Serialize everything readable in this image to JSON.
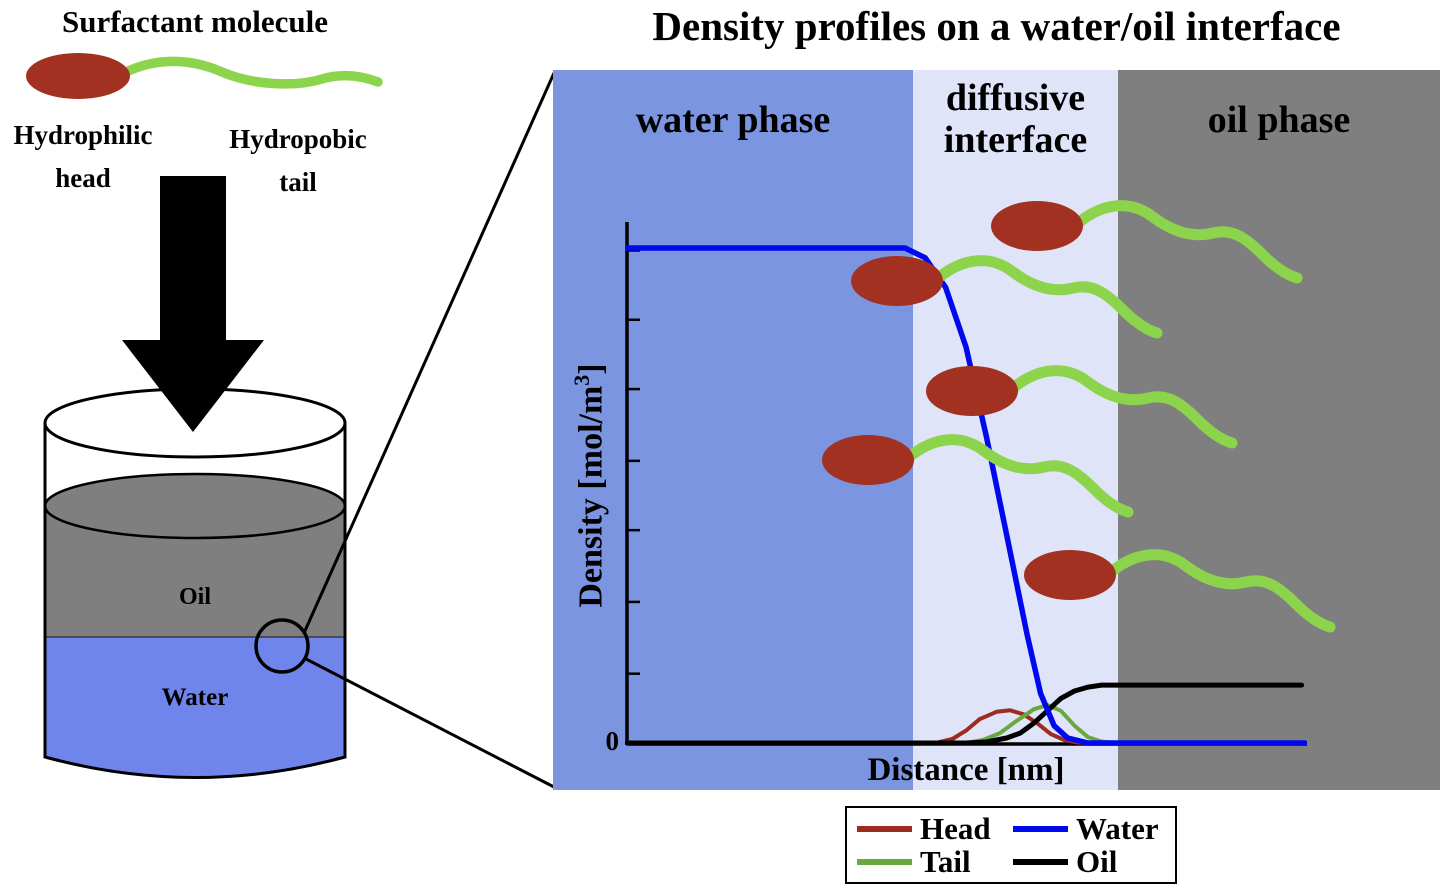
{
  "figure": {
    "left": {
      "molecule_title": "Surfactant molecule",
      "head_label": "Hydrophilic\nhead",
      "tail_label": "Hydropobic\ntail",
      "beaker_oil_label": "Oil",
      "beaker_water_label": "Water"
    },
    "colors": {
      "surfactant_head": "#a23122",
      "surfactant_tail": "#8cd44c",
      "arrow": "#000000",
      "beaker_glass": "#ffffff",
      "beaker_oil": "#7f7f7f",
      "beaker_water": "#7085ec",
      "outline": "#000000"
    }
  },
  "chart": {
    "title": "Density profiles on a water/oil interface",
    "origin_label": "0",
    "xlabel": "Distance [nm]",
    "ylabel_main": "Density [mol/m",
    "ylabel_sup": "3",
    "ylabel_end": "]"
  },
  "legend": {
    "items": [
      {
        "label": "Head",
        "color": "#9e2b20"
      },
      {
        "label": "Water",
        "color": "#0008ee"
      },
      {
        "label": "Tail",
        "color": "#69a83e"
      },
      {
        "label": "Oil",
        "color": "#000000"
      }
    ]
  },
  "chart_data": {
    "type": "line",
    "title": "Density profiles on a water/oil interface",
    "xlabel": "Distance [nm]",
    "ylabel": "Density [mol/m^3]",
    "legend_position": "bottom",
    "grid": false,
    "x_axis": {
      "range_normalized": [
        0,
        1
      ],
      "tick_labels": []
    },
    "y_axis": {
      "origin_label": "0",
      "range_normalized": [
        0,
        1.05
      ],
      "ticks_normalized": [
        0.14,
        0.285,
        0.43,
        0.57,
        0.715,
        0.855,
        0.995
      ]
    },
    "regions": [
      {
        "label": "water phase",
        "color": "#7b95e1",
        "span": [
          0.0,
          0.406
        ]
      },
      {
        "label": "diffusive\ninterface",
        "color": "#dfe4f8",
        "span": [
          0.406,
          0.637
        ]
      },
      {
        "label": "oil phase",
        "color": "#7f7f7f",
        "span": [
          0.637,
          1.0
        ]
      }
    ],
    "series": [
      {
        "name": "Head",
        "color": "#9e2b20",
        "width": 4,
        "points": [
          [
            0,
            0
          ],
          [
            0.455,
            0
          ],
          [
            0.48,
            0.008
          ],
          [
            0.5,
            0.025
          ],
          [
            0.52,
            0.048
          ],
          [
            0.545,
            0.063
          ],
          [
            0.565,
            0.066
          ],
          [
            0.585,
            0.058
          ],
          [
            0.605,
            0.04
          ],
          [
            0.625,
            0.018
          ],
          [
            0.645,
            0.006
          ],
          [
            0.665,
            0.001
          ],
          [
            0.69,
            0
          ],
          [
            1,
            0
          ]
        ]
      },
      {
        "name": "Tail",
        "color": "#69a83e",
        "width": 4,
        "points": [
          [
            0,
            0
          ],
          [
            0.5,
            0
          ],
          [
            0.525,
            0.006
          ],
          [
            0.55,
            0.02
          ],
          [
            0.575,
            0.045
          ],
          [
            0.6,
            0.068
          ],
          [
            0.62,
            0.077
          ],
          [
            0.64,
            0.065
          ],
          [
            0.66,
            0.035
          ],
          [
            0.68,
            0.012
          ],
          [
            0.7,
            0.003
          ],
          [
            0.72,
            0
          ],
          [
            1,
            0
          ]
        ]
      },
      {
        "name": "Oil",
        "color": "#000000",
        "width": 5,
        "points": [
          [
            0,
            0
          ],
          [
            0.5,
            0
          ],
          [
            0.53,
            0.002
          ],
          [
            0.56,
            0.01
          ],
          [
            0.58,
            0.02
          ],
          [
            0.6,
            0.04
          ],
          [
            0.62,
            0.065
          ],
          [
            0.64,
            0.09
          ],
          [
            0.66,
            0.105
          ],
          [
            0.68,
            0.113
          ],
          [
            0.7,
            0.117
          ],
          [
            0.995,
            0.117
          ]
        ]
      },
      {
        "name": "Water",
        "color": "#0008ee",
        "width": 5.5,
        "points": [
          [
            0,
            1
          ],
          [
            0.41,
            1
          ],
          [
            0.44,
            0.98
          ],
          [
            0.47,
            0.92
          ],
          [
            0.5,
            0.8
          ],
          [
            0.53,
            0.62
          ],
          [
            0.56,
            0.42
          ],
          [
            0.59,
            0.22
          ],
          [
            0.61,
            0.1
          ],
          [
            0.63,
            0.035
          ],
          [
            0.65,
            0.01
          ],
          [
            0.68,
            0
          ],
          [
            1,
            0
          ]
        ]
      }
    ]
  }
}
